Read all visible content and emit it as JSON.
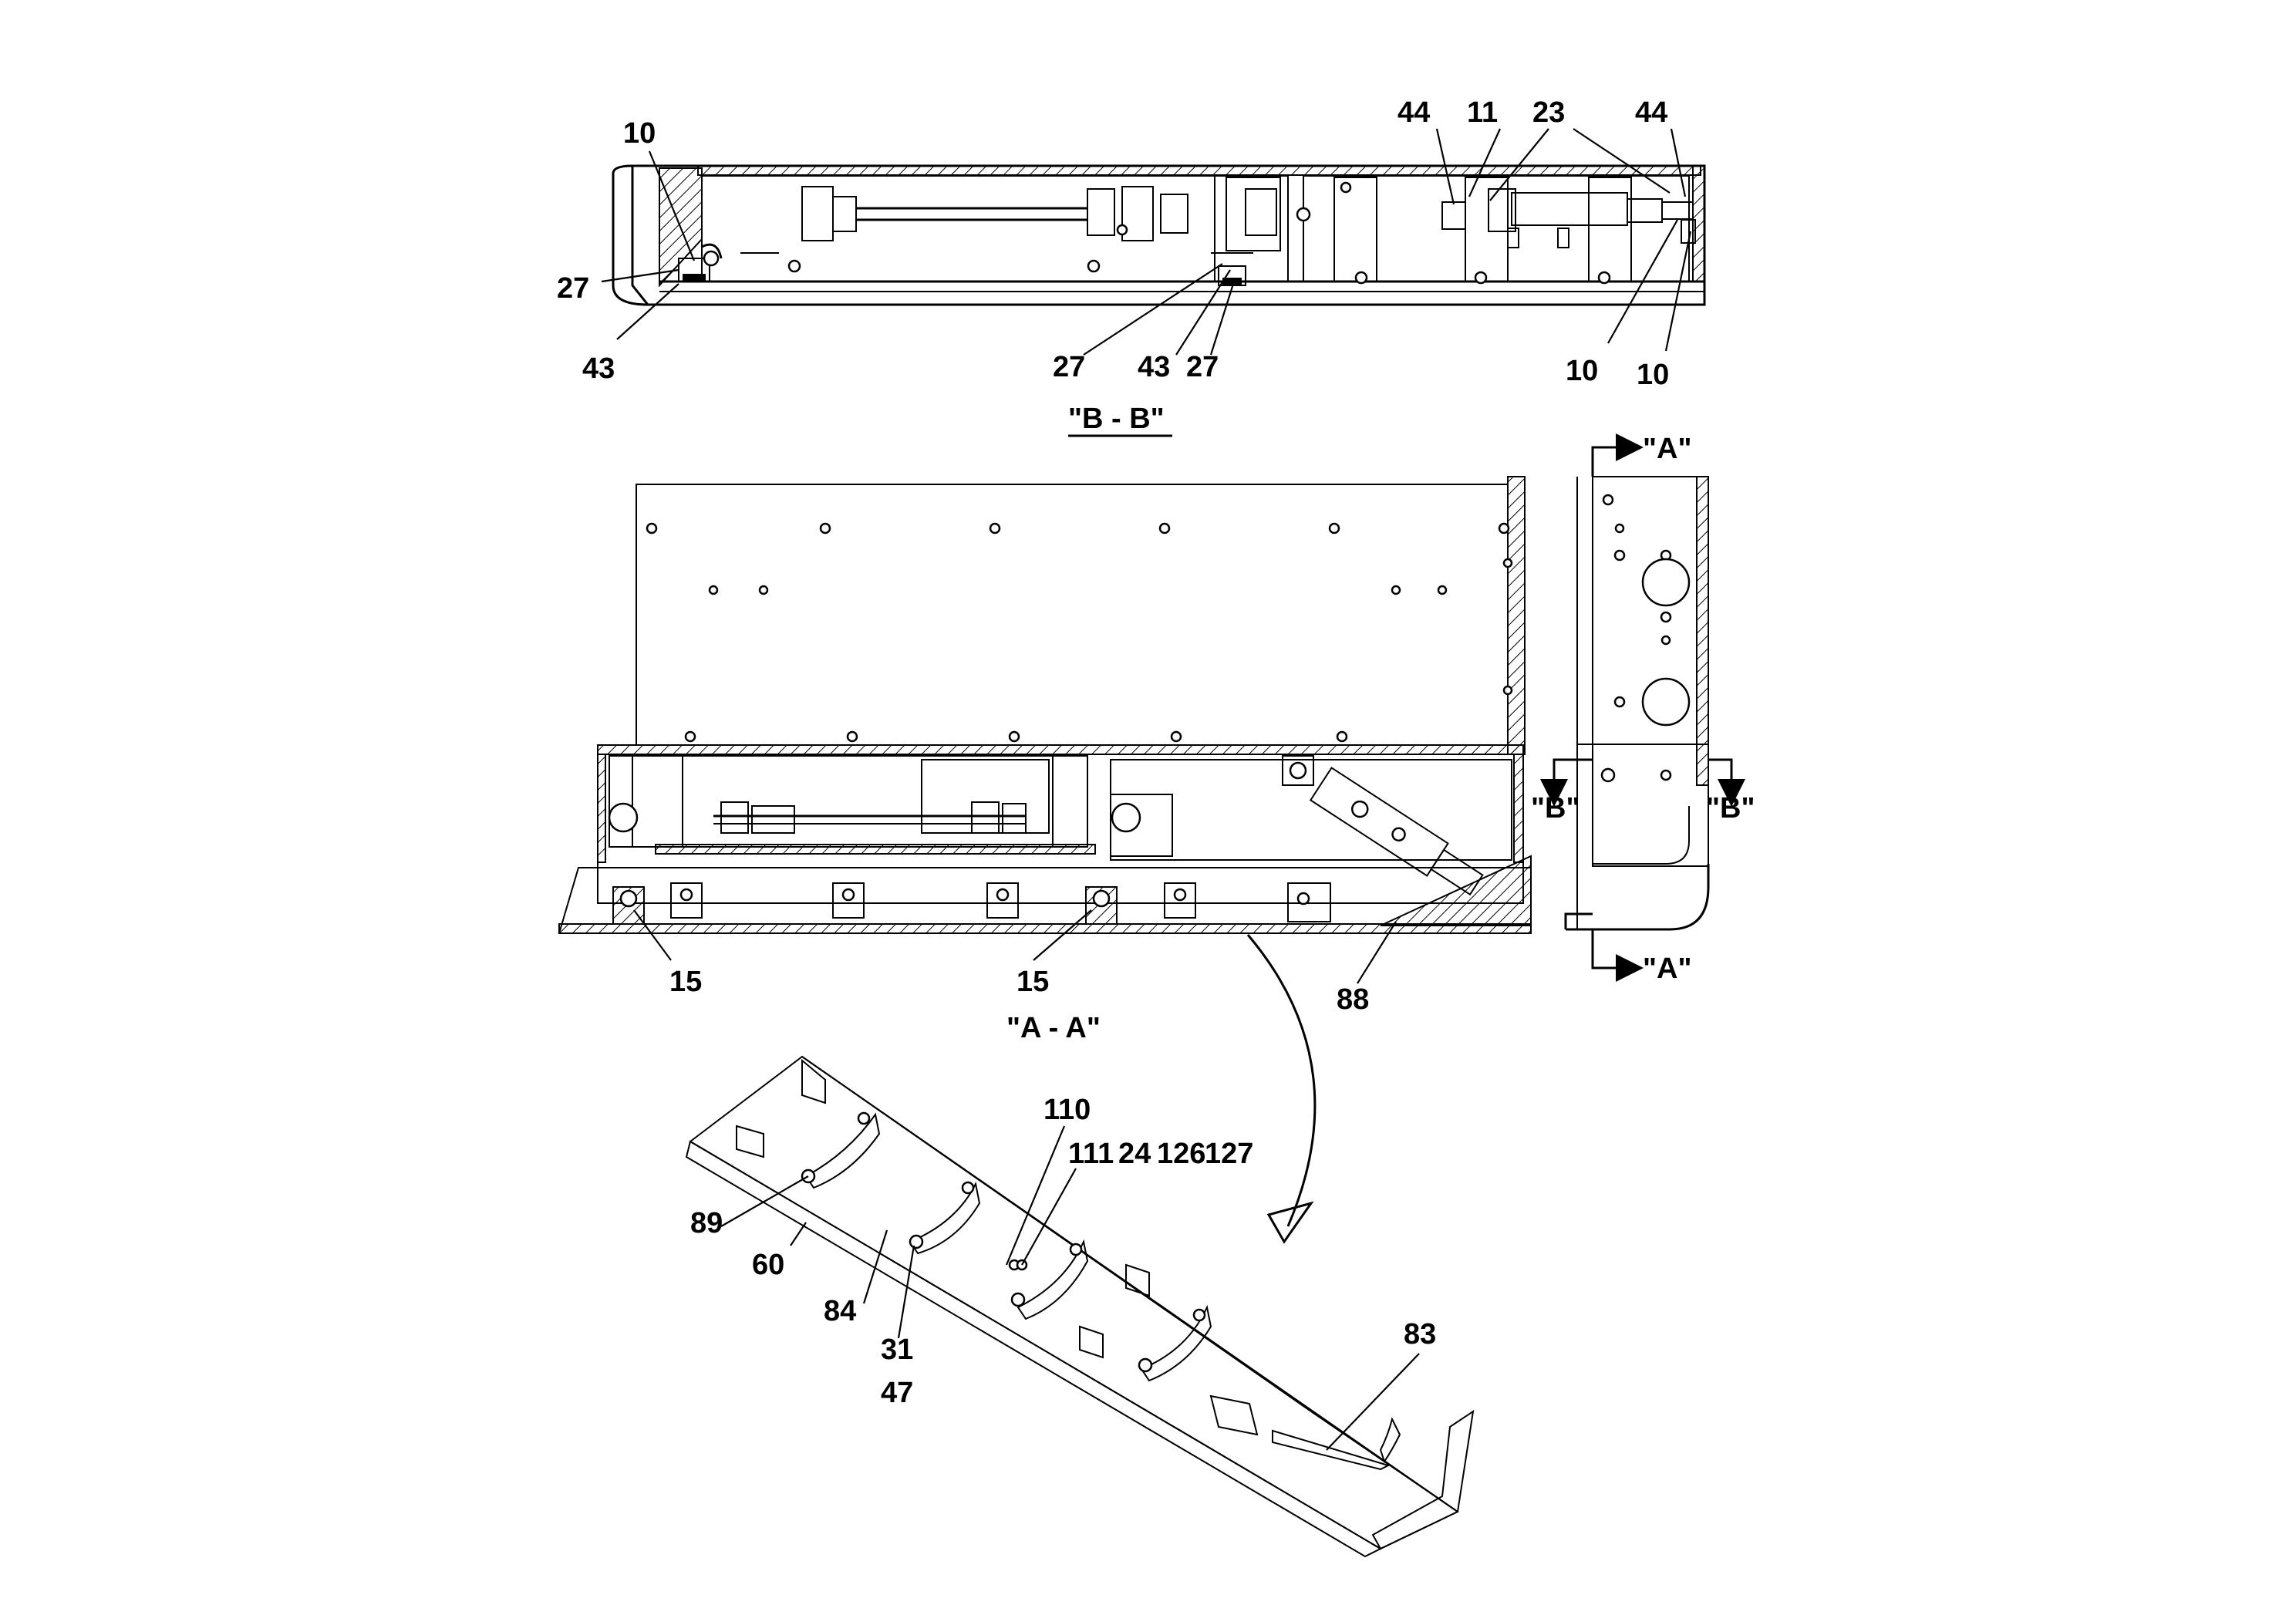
{
  "views": {
    "section_bb": {
      "title": "\"B - B\""
    },
    "section_aa": {
      "title": "\"A - A\""
    },
    "end_view": {
      "arrow_a_top": "\"A\"",
      "arrow_a_bottom": "\"A\"",
      "arrow_b_left": "\"B\"",
      "arrow_b_right": "\"B\""
    }
  },
  "callouts": {
    "bb": [
      "10",
      "27",
      "43",
      "44",
      "11",
      "23",
      "44",
      "10",
      "27",
      "43",
      "27",
      "10"
    ],
    "aa": [
      "15",
      "15",
      "88"
    ],
    "iso": [
      "110",
      "111",
      "24",
      "126",
      "127",
      "89",
      "60",
      "84",
      "31",
      "47",
      "83"
    ]
  }
}
